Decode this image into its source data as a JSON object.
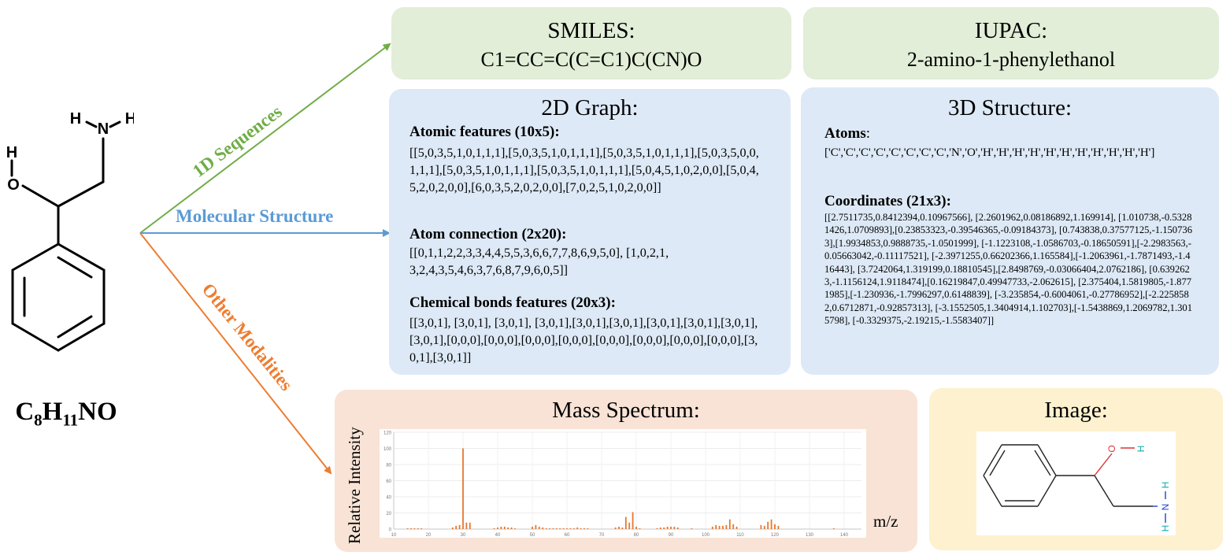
{
  "molecule": {
    "atom_labels": [
      "H",
      "N",
      "H",
      "H",
      "O"
    ],
    "formula": {
      "c": "C",
      "c_n": "8",
      "h": "H",
      "h_n": "11",
      "rest": "NO"
    }
  },
  "arrows": {
    "seq_label": "1D Sequences",
    "struct_label": "Molecular Structure",
    "other_label": "Other Modalities",
    "colors": {
      "seq": "#70ad47",
      "struct": "#5b9bd5",
      "other": "#ed7d31"
    }
  },
  "smiles": {
    "title": "SMILES:",
    "value": "C1=CC=C(C=C1)C(CN)O"
  },
  "iupac": {
    "title": "IUPAC:",
    "value": "2-amino-1-phenylethanol"
  },
  "graph2d": {
    "title": "2D Graph:",
    "atomic_h": "Atomic features (10x5):",
    "atomic_v": "[[5,0,3,5,1,0,1,1,1],[5,0,3,5,1,0,1,1,1],[5,0,3,5,1,0,1,1,1],[5,0,3,5,0,0,1,1,1],[5,0,3,5,1,0,1,1,1],[5,0,3,5,1,0,1,1,1],[5,0,4,5,1,0,2,0,0],[5,0,4,5,2,0,2,0,0],[6,0,3,5,2,0,2,0,0],[7,0,2,5,1,0,2,0,0]]",
    "conn_h": "Atom connection (2x20):",
    "conn_v": "[[0,1,1,2,2,3,3,4,4,5,5,3,6,6,7,7,8,6,9,5,0], [1,0,2,1,3,2,4,3,5,4,6,3,7,6,8,7,9,6,0,5]]",
    "bonds_h": "Chemical bonds features (20x3):",
    "bonds_v": "[[3,0,1], [3,0,1], [3,0,1], [3,0,1],[3,0,1],[3,0,1],[3,0,1],[3,0,1],[3,0,1],[3,0,1],[0,0,0],[0,0,0],[0,0,0],[0,0,0],[0,0,0],[0,0,0],[0,0,0],[0,0,0],[3,0,1],[3,0,1]]"
  },
  "struct3d": {
    "title": "3D Structure:",
    "atoms_h": "Atoms",
    "atoms_colon": ":",
    "atoms_v": "['C','C','C','C','C','C','C','C','N','O','H','H','H','H','H','H','H','H','H','H','H']",
    "coords_h": "Coordinates (21x3):",
    "coords_v": "[[2.7511735,0.8412394,0.10967566], [2.2601962,0.08186892,1.169914], [1.010738,-0.53281426,1.0709893],[0.23853323,-0.39546365,-0.09184373], [0.743838,0.37577125,-1.1507363],[1.9934853,0.9888735,-1.0501999], [-1.1223108,-1.0586703,-0.18650591],[-2.2983563,-0.05663042,-0.11117521], [-2.3971255,0.66202366,1.165584],[-1.2063961,-1.7871493,-1.416443], [3.7242064,1.319199,0.18810545],[2.8498769,-0.03066404,2.0762186], [0.6392623,-1.1156124,1.9118474],[0.16219847,0.49947733,-2.062615], [2.375404,1.5819805,-1.8771985],[-1.230936,-1.7996297,0.6148839], [-3.235854,-0.6004061,-0.27786952],[-2.2258582,0.6712871,-0.92857313], [-3.1552505,1.3404914,1.102703],[-1.5438869,1.2069782,1.3015798], [-0.3329375,-2.19215,-1.5583407]]"
  },
  "mass": {
    "title": "Mass Spectrum:",
    "ylabel": "Relative Intensity",
    "xlabel": "m/z",
    "yticks": [
      "0",
      "20",
      "40",
      "60",
      "80",
      "100",
      "120"
    ],
    "xticks": [
      "10",
      "20",
      "30",
      "40",
      "50",
      "60",
      "70",
      "80",
      "90",
      "100",
      "110",
      "120",
      "130",
      "140"
    ],
    "bar_color": "#e6772e"
  },
  "chart_data": {
    "type": "bar",
    "title": "",
    "xlabel": "m/z",
    "ylabel": "Relative Intensity",
    "xlim": [
      10,
      145
    ],
    "ylim": [
      0,
      120
    ],
    "grid": true,
    "x": [
      14,
      15,
      16,
      17,
      18,
      27,
      28,
      29,
      30,
      31,
      32,
      39,
      40,
      41,
      42,
      43,
      44,
      45,
      50,
      51,
      52,
      53,
      54,
      55,
      56,
      57,
      58,
      59,
      60,
      61,
      62,
      63,
      64,
      65,
      66,
      74,
      75,
      76,
      77,
      78,
      79,
      80,
      81,
      86,
      87,
      88,
      89,
      90,
      91,
      92,
      96,
      102,
      103,
      104,
      105,
      106,
      107,
      108,
      109,
      116,
      117,
      118,
      119,
      120,
      121,
      137
    ],
    "values": [
      1,
      1,
      1,
      1,
      1,
      2,
      4,
      5,
      100,
      8,
      8,
      1,
      2,
      3,
      3,
      2,
      2,
      1,
      3,
      5,
      3,
      2,
      1,
      1,
      1,
      1,
      1,
      1,
      1,
      1,
      1,
      2,
      1,
      1,
      1,
      2,
      3,
      2,
      15,
      8,
      21,
      3,
      1,
      1,
      2,
      2,
      3,
      3,
      3,
      2,
      1,
      3,
      5,
      4,
      4,
      5,
      12,
      6,
      3,
      5,
      4,
      9,
      12,
      6,
      4,
      1
    ]
  },
  "image": {
    "title": "Image:",
    "atom_labels": [
      "O",
      "H",
      "H",
      "N",
      "H"
    ]
  }
}
